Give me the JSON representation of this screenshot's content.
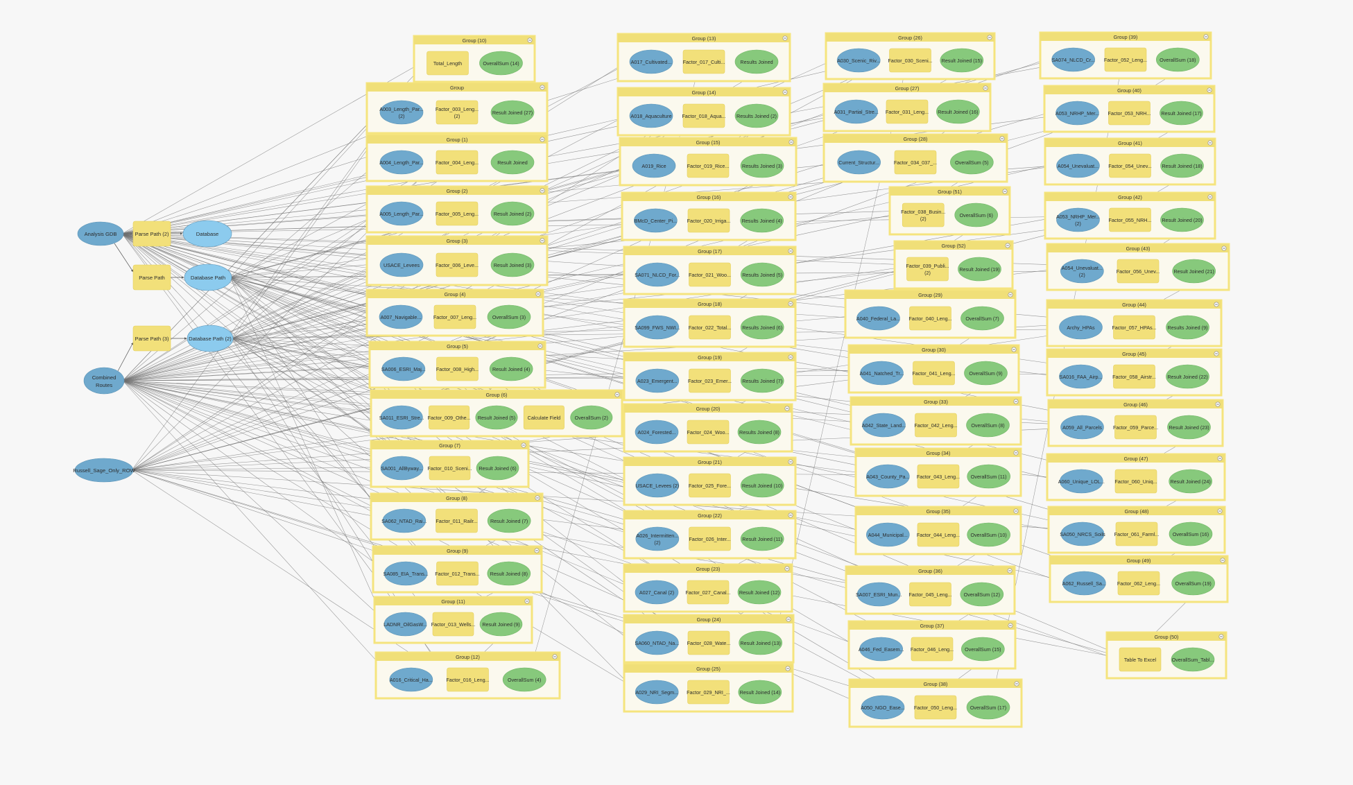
{
  "diagram": {
    "colors": {
      "group_frame": "#f5e47e",
      "group_fill": "#fbf9ee",
      "group_header": "#f0df78",
      "tool": "#f2e07a",
      "variable": "#6fa9cd",
      "output": "#87c97c",
      "input_db": "#8ccbee",
      "connector": "#6f6f6f",
      "background": "#f7f7f7"
    },
    "sources": [
      {
        "id": "agdb",
        "label": "Analysis GDB",
        "kind": "variable"
      },
      {
        "id": "pp2",
        "label": "Parse Path (2)",
        "kind": "tool"
      },
      {
        "id": "db",
        "label": "Database",
        "kind": "input"
      },
      {
        "id": "pp",
        "label": "Parse Path",
        "kind": "tool"
      },
      {
        "id": "dbp",
        "label": "Database Path",
        "kind": "input"
      },
      {
        "id": "pp3",
        "label": "Parse Path (3)",
        "kind": "tool"
      },
      {
        "id": "dbp2",
        "label": "Database Path (2)",
        "kind": "input"
      },
      {
        "id": "cr",
        "label": "Combined Routes",
        "kind": "variable"
      },
      {
        "id": "rs",
        "label": "Russell_Sage_Only_ROW",
        "kind": "variable"
      }
    ],
    "groups": [
      {
        "title": "Group (10)",
        "nodes": [
          "Total_Length",
          "OverallSum (14)"
        ]
      },
      {
        "title": "Group",
        "nodes": [
          "A003_Length_Par... (2)",
          "Factor_003_Leng... (2)",
          "Result Joined (27)"
        ]
      },
      {
        "title": "Group (1)",
        "nodes": [
          "A004_Length_Par...",
          "Factor_004_Leng...",
          "Result Joined"
        ]
      },
      {
        "title": "Group (2)",
        "nodes": [
          "A005_Length_Par...",
          "Factor_005_Leng...",
          "Result Joined (2)"
        ]
      },
      {
        "title": "Group (3)",
        "nodes": [
          "USACE_Levees",
          "Factor_006_Leve...",
          "Result Joined (3)"
        ]
      },
      {
        "title": "Group (4)",
        "nodes": [
          "A007_Navigable...",
          "Factor_007_Leng...",
          "OverallSum (3)"
        ]
      },
      {
        "title": "Group (5)",
        "nodes": [
          "SA006_ESRI_Maj...",
          "Factor_008_High...",
          "Result Joined (4)"
        ]
      },
      {
        "title": "Group (6)",
        "nodes": [
          "SA011_ESRI_Stre...",
          "Factor_009_Othe...",
          "Result Joined (5)",
          "Calculate Field",
          "OverallSum (2)"
        ]
      },
      {
        "title": "Group (7)",
        "nodes": [
          "SA001_AllByway...",
          "Factor_010_Sceni...",
          "Result Joined (6)"
        ]
      },
      {
        "title": "Group (8)",
        "nodes": [
          "SA062_NTAD_Rai...",
          "Factor_011_Railr...",
          "Result Joined (7)"
        ]
      },
      {
        "title": "Group (9)",
        "nodes": [
          "SA085_EIA_Trans...",
          "Factor_012_Trans...",
          "Result Joined (8)"
        ]
      },
      {
        "title": "Group (11)",
        "nodes": [
          "LADNR_OilGasW...",
          "Factor_013_Wells...",
          "Result Joined (9)"
        ]
      },
      {
        "title": "Group (12)",
        "nodes": [
          "A016_Critical_Ha...",
          "Factor_016_Leng...",
          "OverallSum (4)"
        ]
      },
      {
        "title": "Group (13)",
        "nodes": [
          "A017_Cultivated...",
          "Factor_017_Culti...",
          "Results Joined"
        ]
      },
      {
        "title": "Group (14)",
        "nodes": [
          "A018_Aquaculture",
          "Factor_018_Aqua...",
          "Results Joined (2)"
        ]
      },
      {
        "title": "Group (15)",
        "nodes": [
          "A019_Rice",
          "Factor_019_Rice...",
          "Results Joined (3)"
        ]
      },
      {
        "title": "Group (16)",
        "nodes": [
          "BMcD_Center_Pi...",
          "Factor_020_Irriga...",
          "Results Joined (4)"
        ]
      },
      {
        "title": "Group (17)",
        "nodes": [
          "SA071_NLCD_For...",
          "Factor_021_Woo...",
          "Results Joined (5)"
        ]
      },
      {
        "title": "Group (18)",
        "nodes": [
          "SA099_FWS_NWI...",
          "Factor_022_Total...",
          "Results Joined (6)"
        ]
      },
      {
        "title": "Group (19)",
        "nodes": [
          "A023_Emergent...",
          "Factor_023_Emer...",
          "Results Joined (7)"
        ]
      },
      {
        "title": "Group (20)",
        "nodes": [
          "A024_Forested...",
          "Factor_024_Woo...",
          "Results Joined (8)"
        ]
      },
      {
        "title": "Group (21)",
        "nodes": [
          "USACE_Levees (2)",
          "Factor_025_Fore...",
          "Result Joined (10)"
        ]
      },
      {
        "title": "Group (22)",
        "nodes": [
          "A026_Intermitten... (2)",
          "Factor_026_Inter...",
          "Result Joined (11)"
        ]
      },
      {
        "title": "Group (23)",
        "nodes": [
          "A027_Canal (2)",
          "Factor_027_Canal...",
          "Result Joined (12)"
        ]
      },
      {
        "title": "Group (24)",
        "nodes": [
          "SA060_NTAD_Na...",
          "Factor_028_Wate...",
          "Result Joined (13)"
        ]
      },
      {
        "title": "Group (25)",
        "nodes": [
          "A029_NRI_Segm...",
          "Factor_029_NRI_...",
          "Result Joined (14)"
        ]
      },
      {
        "title": "Group (26)",
        "nodes": [
          "A030_Scenic_Riv...",
          "Factor_030_Sceni...",
          "Result Joined (15)"
        ]
      },
      {
        "title": "Group (27)",
        "nodes": [
          "A031_Partial_Stre...",
          "Factor_031_Leng...",
          "Result Joined (16)"
        ]
      },
      {
        "title": "Group (28)",
        "nodes": [
          "Current_Structur...",
          "Factor_034_037_...",
          "OverallSum (5)"
        ]
      },
      {
        "title": "Group (51)",
        "nodes": [
          "Factor_038_Busin... (2)",
          "OverallSum (6)"
        ]
      },
      {
        "title": "Group (52)",
        "nodes": [
          "Factor_039_Publi... (2)",
          "Result Joined (19)"
        ]
      },
      {
        "title": "Group (29)",
        "nodes": [
          "A040_Federal_La...",
          "Factor_040_Leng...",
          "OverallSum (7)"
        ]
      },
      {
        "title": "Group (30)",
        "nodes": [
          "A041_Natched_Tr...",
          "Factor_041_Leng...",
          "OverallSum (9)"
        ]
      },
      {
        "title": "Group (33)",
        "nodes": [
          "A042_State_Land...",
          "Factor_042_Leng...",
          "OverallSum (8)"
        ]
      },
      {
        "title": "Group (34)",
        "nodes": [
          "A043_County_Pa...",
          "Factor_043_Leng...",
          "OverallSum (11)"
        ]
      },
      {
        "title": "Group (35)",
        "nodes": [
          "A044_Municipal...",
          "Factor_044_Leng...",
          "OverallSum (10)"
        ]
      },
      {
        "title": "Group (36)",
        "nodes": [
          "SA007_ESRI_Mun...",
          "Factor_045_Leng...",
          "OverallSum (12)"
        ]
      },
      {
        "title": "Group (37)",
        "nodes": [
          "A046_Fed_Easem...",
          "Factor_046_Leng...",
          "OverallSum (15)"
        ]
      },
      {
        "title": "Group (38)",
        "nodes": [
          "A050_NGO_Ease...",
          "Factor_050_Leng...",
          "OverallSum (17)"
        ]
      },
      {
        "title": "Group (39)",
        "nodes": [
          "SA074_NLCD_Cr...",
          "Factor_052_Leng...",
          "OverallSum (18)"
        ]
      },
      {
        "title": "Group (40)",
        "nodes": [
          "A053_NRHP_Mer...",
          "Factor_053_NRH...",
          "Result Joined (17)"
        ]
      },
      {
        "title": "Group (41)",
        "nodes": [
          "A054_Unevaluat...",
          "Factor_054_Unev...",
          "Result Joined (18)"
        ]
      },
      {
        "title": "Group (42)",
        "nodes": [
          "A053_NRHP_Mer... (2)",
          "Factor_055_NRH...",
          "Result Joined (20)"
        ]
      },
      {
        "title": "Group (43)",
        "nodes": [
          "A054_Unevaluat... (2)",
          "Factor_056_Unev...",
          "Result Joined (21)"
        ]
      },
      {
        "title": "Group (44)",
        "nodes": [
          "Archy_HPAs",
          "Factor_057_HPAs...",
          "Results Joined (9)"
        ]
      },
      {
        "title": "Group (45)",
        "nodes": [
          "SA016_FAA_Airp...",
          "Factor_058_Airstr...",
          "Result Joined (22)"
        ]
      },
      {
        "title": "Group (46)",
        "nodes": [
          "A059_All_Parcels",
          "Factor_059_Parce...",
          "Result Joined (23)"
        ]
      },
      {
        "title": "Group (47)",
        "nodes": [
          "A060_Unique_LOL...",
          "Factor_060_Uniq...",
          "Result Joined (24)"
        ]
      },
      {
        "title": "Group (48)",
        "nodes": [
          "SA050_NRCS_Soils",
          "Factor_061_Farml...",
          "OverallSum (16)"
        ]
      },
      {
        "title": "Group (49)",
        "nodes": [
          "A062_Russell_Sa...",
          "Factor_062_Leng...",
          "OverallSum (19)"
        ]
      },
      {
        "title": "Group (50)",
        "nodes": [
          "Table To Excel",
          "OverallSum_Tabl..."
        ]
      }
    ]
  }
}
